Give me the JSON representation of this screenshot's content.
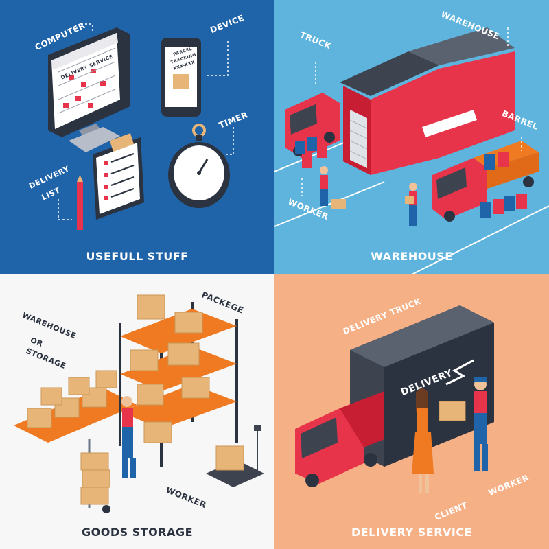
{
  "colors": {
    "blue_bg": "#1f63a8",
    "lightblue_bg": "#5fb4dd",
    "white_bg": "#f7f7f8",
    "peach_bg": "#f6b085",
    "red": "#e8344a",
    "box": "#e8b578",
    "shelf": "#f07a22",
    "dark": "#2c3340"
  },
  "panels": {
    "useful_stuff": {
      "title": "USEFULL STUFF",
      "computer": "COMPUTER",
      "device": "DEVICE",
      "timer": "TIMER",
      "delivery_list_1": "DELIVERY",
      "delivery_list_2": "LIST",
      "screen_title": "DELIVERY SERVICE",
      "phone_line_1": "PARCEL",
      "phone_line_2": "TRACKING",
      "phone_line_3": "XXX-XXX"
    },
    "warehouse": {
      "title": "WAREHOUSE",
      "truck": "TRUCK",
      "warehouse": "WAREHOUSE",
      "barrel": "BARREL",
      "worker": "WORKER",
      "building_sign": "WAREHOUSE"
    },
    "goods_storage": {
      "title": "GOODS STORAGE",
      "storage_1": "WAREHOUSE",
      "storage_2": "OR",
      "storage_3": "STORAGE",
      "package": "PACKEGE",
      "worker": "WORKER"
    },
    "delivery_service": {
      "title": "DELIVERY SERVICE",
      "delivery_truck": "DELIVERY TRUCK",
      "van_sign": "DELIVERY",
      "client": "CLIENT",
      "worker": "WORKER"
    }
  }
}
